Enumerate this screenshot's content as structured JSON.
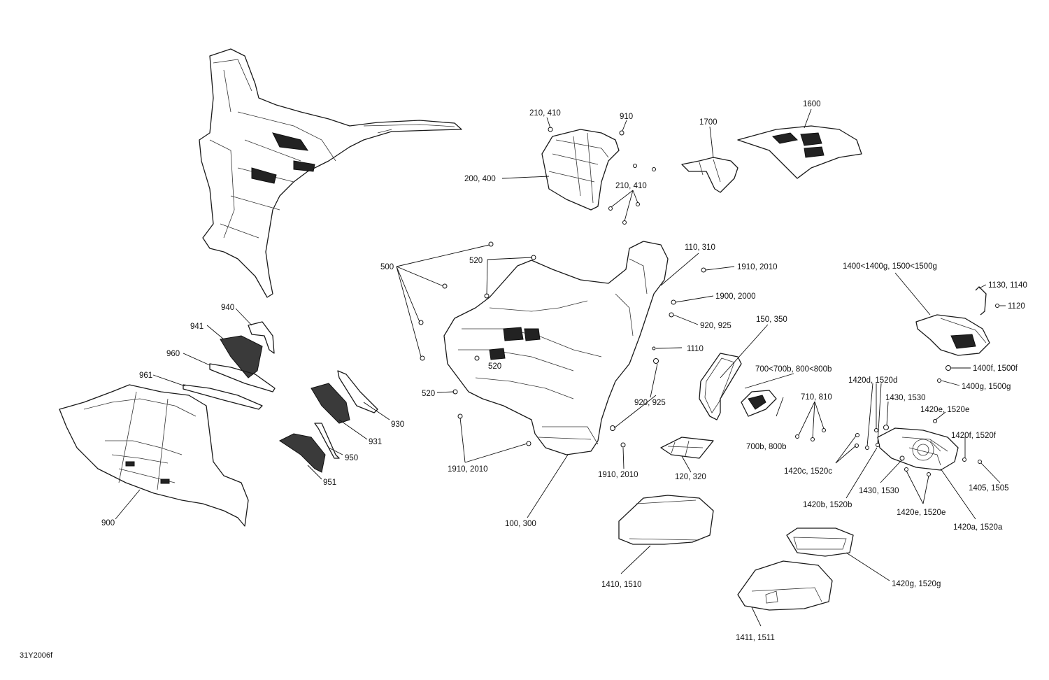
{
  "drawing_code": "31Y2006f",
  "callouts": [
    "210, 410",
    "910",
    "1700",
    "1600",
    "200, 400",
    "210, 410",
    "500",
    "520",
    "110, 310",
    "1910, 2010",
    "1900, 2000",
    "920, 925",
    "1110",
    "150, 350",
    "700<700b, 800<800b",
    "710, 810",
    "700b, 800b",
    "1400<1400g, 1500<1500g",
    "1130, 1140",
    "1120",
    "1400f, 1500f",
    "1400g, 1500g",
    "1420d, 1520d",
    "1430, 1530",
    "1420e, 1520e",
    "1420f, 1520f",
    "1420c, 1520c",
    "1430, 1530",
    "1420b, 1520b",
    "1420e, 1520e",
    "1405, 1505",
    "1420a, 1520a",
    "1420g, 1520g",
    "1410, 1510",
    "1411, 1511",
    "940",
    "941",
    "960",
    "961",
    "930",
    "931",
    "950",
    "951",
    "900",
    "520",
    "520",
    "1910, 2010",
    "100, 300",
    "1910, 2010",
    "920, 925",
    "120, 320"
  ]
}
